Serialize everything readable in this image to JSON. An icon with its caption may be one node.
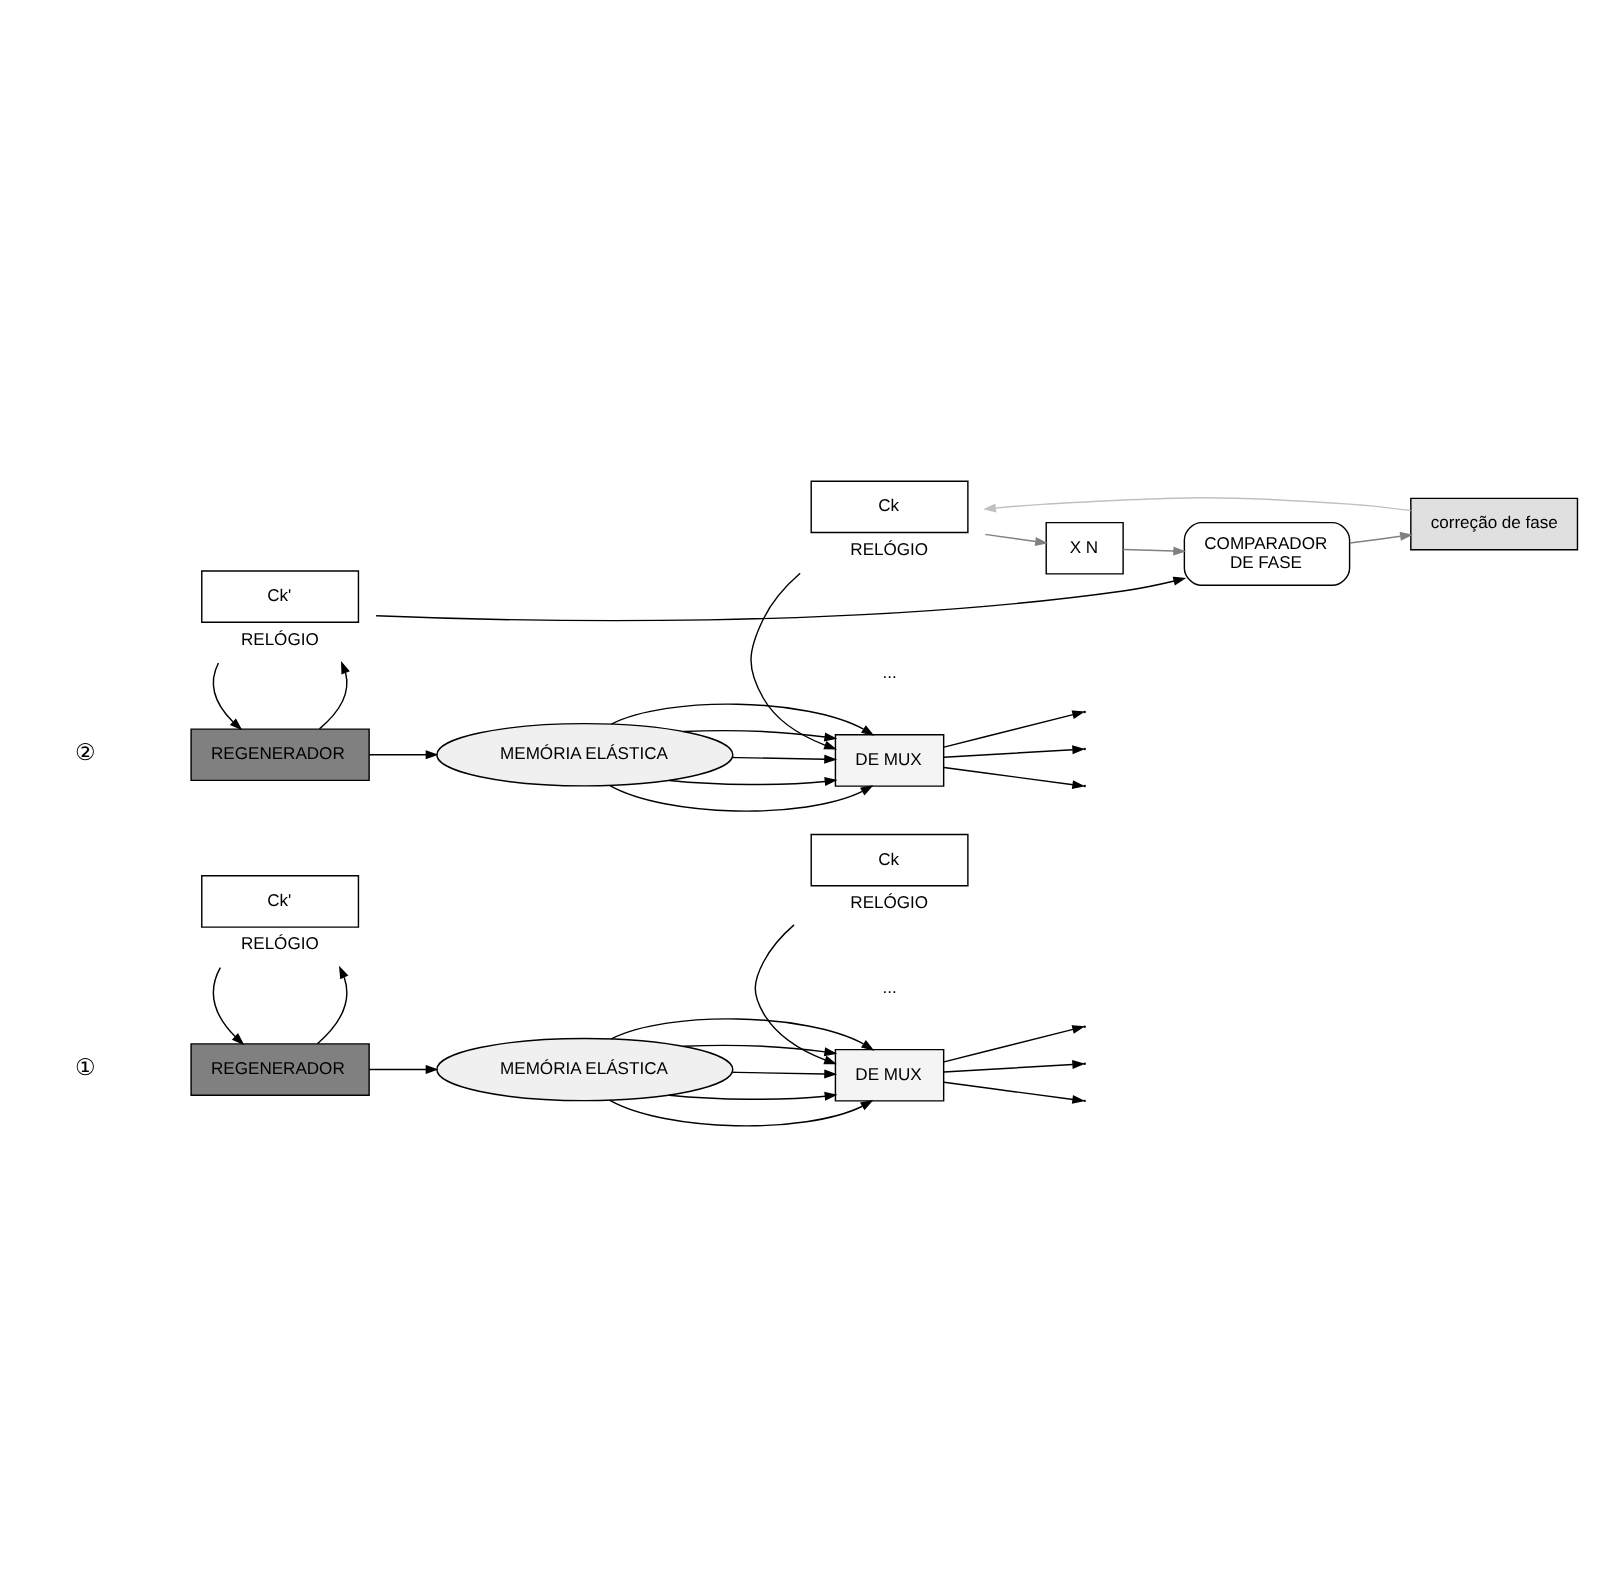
{
  "diagram": {
    "nodes": [
      {
        "text": [
          "REGENERADOR"
        ]
      },
      {
        "text": [
          "MEMÓRIA ELÁSTICA"
        ]
      },
      {
        "text": [
          "DE MUX"
        ]
      },
      {
        "text": [
          "Ck'"
        ],
        "beside": [
          "RELÓGIO"
        ]
      },
      {
        "text": [
          "Ck"
        ],
        "beside": [
          "RELÓGIO"
        ]
      },
      {
        "text": [
          "REGENERADOR"
        ]
      },
      {
        "text": [
          "MEMÓRIA ELÁSTICA"
        ]
      },
      {
        "text": [
          "DE MUX"
        ]
      },
      {
        "text": [
          "Ck'"
        ],
        "beside": [
          "RELÓGIO"
        ]
      },
      {
        "text": [
          "COMPARADOR",
          "DE FASE"
        ]
      },
      {
        "text": [
          "X N"
        ]
      },
      {
        "text": [
          "Ck"
        ],
        "beside": [
          "RELÓGIO"
        ]
      },
      {
        "text": [
          "correção de fase"
        ]
      }
    ],
    "edges": [
      {
        "from": 0,
        "to": 1,
        "arrow": "to"
      },
      {
        "from": 1,
        "to": 2,
        "arrow": "to"
      },
      {
        "from": 1,
        "to": 2,
        "arrow": "to"
      },
      {
        "from": 1,
        "to": 2,
        "arrow": "to"
      },
      {
        "from": 1,
        "to": 2,
        "arrow": "to"
      },
      {
        "from": 1,
        "to": 2,
        "arrow": "to"
      },
      {
        "from": 2,
        "to": null,
        "arrow": "to"
      },
      {
        "from": 2,
        "to": null,
        "arrow": "to"
      },
      {
        "from": 2,
        "to": null,
        "arrow": "to"
      },
      {
        "from": 0,
        "to": 3,
        "arrow": "to"
      },
      {
        "from": 3,
        "to": 0,
        "arrow": "to"
      },
      {
        "from": 4,
        "to": 2,
        "arrow": "to"
      },
      {
        "from": 5,
        "to": 6,
        "arrow": "to"
      },
      {
        "from": 6,
        "to": 7,
        "arrow": "to"
      },
      {
        "from": 6,
        "to": 7,
        "arrow": "to"
      },
      {
        "from": 6,
        "to": 7,
        "arrow": "to"
      },
      {
        "from": 6,
        "to": 7,
        "arrow": "to"
      },
      {
        "from": 6,
        "to": 7,
        "arrow": "to"
      },
      {
        "from": 7,
        "to": null,
        "arrow": "to"
      },
      {
        "from": 7,
        "to": null,
        "arrow": "to"
      },
      {
        "from": 7,
        "to": null,
        "arrow": "to"
      },
      {
        "from": 5,
        "to": 8,
        "arrow": "to"
      },
      {
        "from": 8,
        "to": 5,
        "arrow": "to"
      },
      {
        "from": 11,
        "to": 7,
        "arrow": "to"
      },
      {
        "from": 8,
        "to": 9,
        "arrow": "to"
      },
      {
        "from": 10,
        "to": 9,
        "arrow": "to",
        "color": "#808080"
      },
      {
        "from": 11,
        "to": 10,
        "arrow": "to",
        "color": "#808080"
      },
      {
        "from": 9,
        "to": 12,
        "arrow": "to",
        "color": "#808080"
      },
      {
        "from": 12,
        "to": 11,
        "arrow": "to",
        "color": "#c0c0c0"
      }
    ],
    "labels": [
      "①",
      "...",
      "②",
      "..."
    ]
  }
}
